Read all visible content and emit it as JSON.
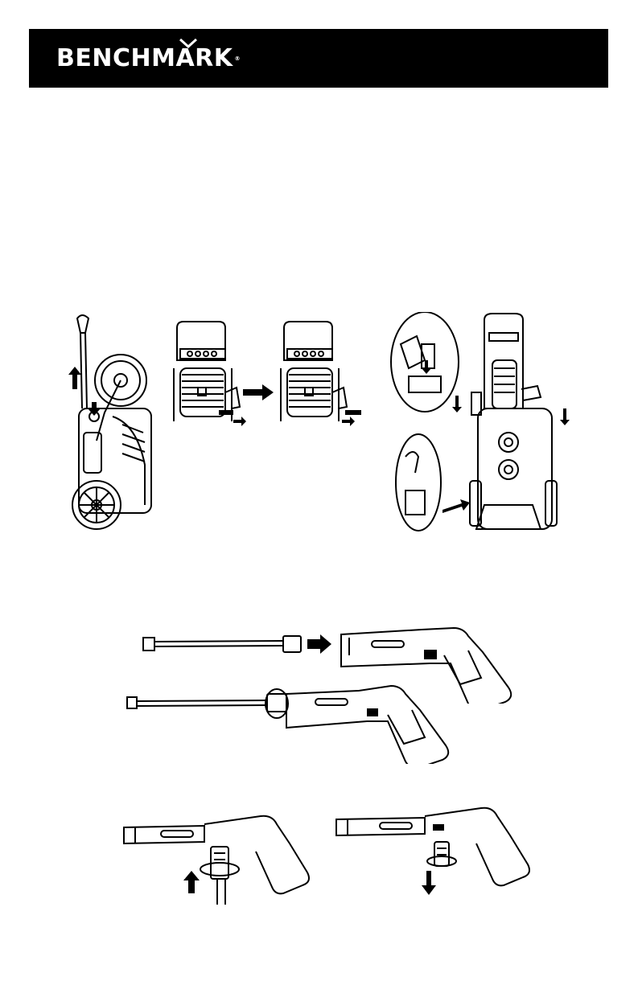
{
  "header": {
    "brand": "BENCHMARK",
    "registered_mark": "®"
  },
  "illustrations": [
    {
      "name": "unit-side-view",
      "icon": "pressure-washer-side-icon"
    },
    {
      "name": "hose-reel-front-view-1",
      "icon": "hose-reel-icon"
    },
    {
      "name": "hose-reel-front-view-2",
      "icon": "hose-reel-icon"
    },
    {
      "name": "unit-front-view-with-details",
      "icon": "pressure-washer-front-icon"
    },
    {
      "name": "spray-wand-to-gun",
      "icon": "spray-gun-icon"
    },
    {
      "name": "hose-to-gun-attach",
      "icon": "spray-gun-icon"
    },
    {
      "name": "hose-to-gun-detach",
      "icon": "spray-gun-icon"
    }
  ],
  "colors": {
    "ink": "#000000",
    "paper": "#ffffff",
    "header_bg": "#000000",
    "header_text": "#ffffff"
  }
}
